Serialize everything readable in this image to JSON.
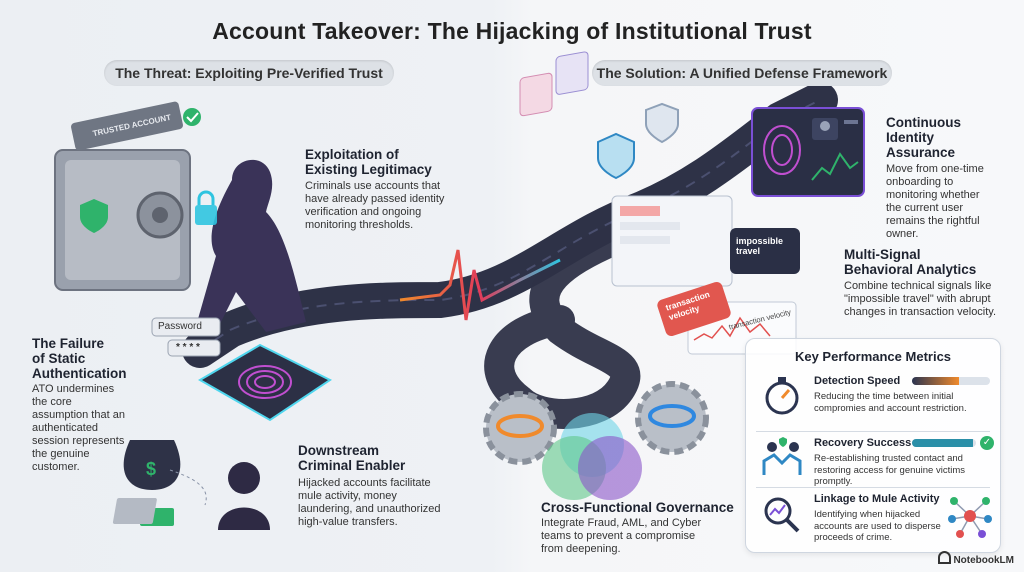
{
  "title": "Account Takeover: The Hijacking of Institutional Trust",
  "left_header": "The Threat: Exploiting Pre-Verified Trust",
  "right_header": "The Solution: A Unified Defense Framework",
  "vault_label": "TRUSTED ACCOUNT",
  "password_label": "Password",
  "password_mask": "* * * *",
  "threat": {
    "exploitation": {
      "title_line1": "Exploitation of",
      "title_line2": "Existing Legitimacy",
      "body": "Criminals use accounts that have already passed identity verification and ongoing monitoring thresholds."
    },
    "static_auth": {
      "title_line1": "The Failure",
      "title_line2": "of Static",
      "title_line3": "Authentication",
      "body": "ATO undermines the core assumption that an authenticated session represents the genuine customer."
    },
    "downstream": {
      "title_line1": "Downstream",
      "title_line2": "Criminal Enabler",
      "body": "Hijacked accounts facilitate mule activity, money laundering, and unauthorized high-value transfers."
    }
  },
  "solution": {
    "identity": {
      "title_line1": "Continuous",
      "title_line2": "Identity",
      "title_line3": "Assurance",
      "body": "Move from one-time onboarding to monitoring whether the current user remains the rightful owner."
    },
    "behavioral": {
      "title_line1": "Multi-Signal",
      "title_line2": "Behavioral Analytics",
      "body": "Combine technical signals like \"impossible travel\" with abrupt changes in transaction velocity."
    },
    "governance": {
      "title": "Cross-Functional Governance",
      "body": "Integrate Fraud, AML, and Cyber teams to prevent a compromise from deepening."
    },
    "tag_travel": "impossible travel",
    "tag_velocity": "transaction velocity",
    "tag_velocity2": "transaction velocity"
  },
  "kpi": {
    "title": "Key Performance Metrics",
    "items": [
      {
        "name": "Detection Speed",
        "desc": "Reducing the time between initial compromies and account restriction."
      },
      {
        "name": "Recovery Success",
        "desc": "Re-establishing trusted contact and restoring access for genuine victims promptly."
      },
      {
        "name": "Linkage to Mule Activity",
        "desc": "Identifying when hijacked accounts are used to disperse proceeds of crime."
      }
    ],
    "detection_level": 0.6,
    "recovery_level": 0.95
  },
  "brand": "NotebookLM",
  "colors": {
    "accent_cyan": "#2fc4e0",
    "accent_purple": "#7a4fd6",
    "accent_orange": "#f08a2c",
    "check_green": "#2fb36b"
  }
}
